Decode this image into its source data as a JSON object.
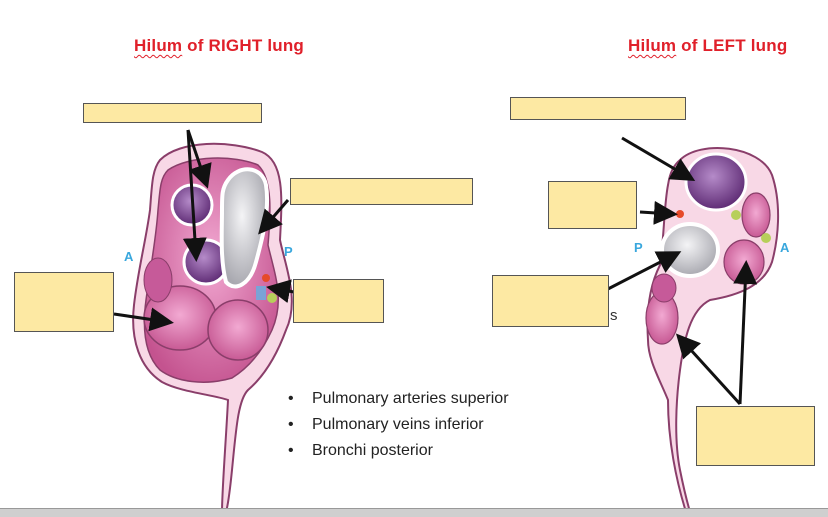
{
  "titles": {
    "right_prefix": "Hilum",
    "right_rest": " of RIGHT lung",
    "left_prefix": "Hilum",
    "left_rest": " of LEFT lung"
  },
  "side_letters": {
    "right_anterior": "A",
    "right_posterior": "P",
    "left_posterior": "P",
    "left_anterior": "A"
  },
  "notes": [
    "Pulmonary arteries superior",
    "Pulmonary veins inferior",
    "Bronchi posterior"
  ],
  "fragments": {
    "left_partial_s": "s"
  },
  "colors": {
    "lung_tissue": "#d46aa8",
    "lung_outline": "#8a3e6a",
    "artery_purple": "#7b3d8f",
    "bronchus_grey": "#d8d8dc",
    "label_fill": "#fde9a3",
    "title_red": "#e0202a",
    "side_letter_blue": "#39a7dd"
  }
}
